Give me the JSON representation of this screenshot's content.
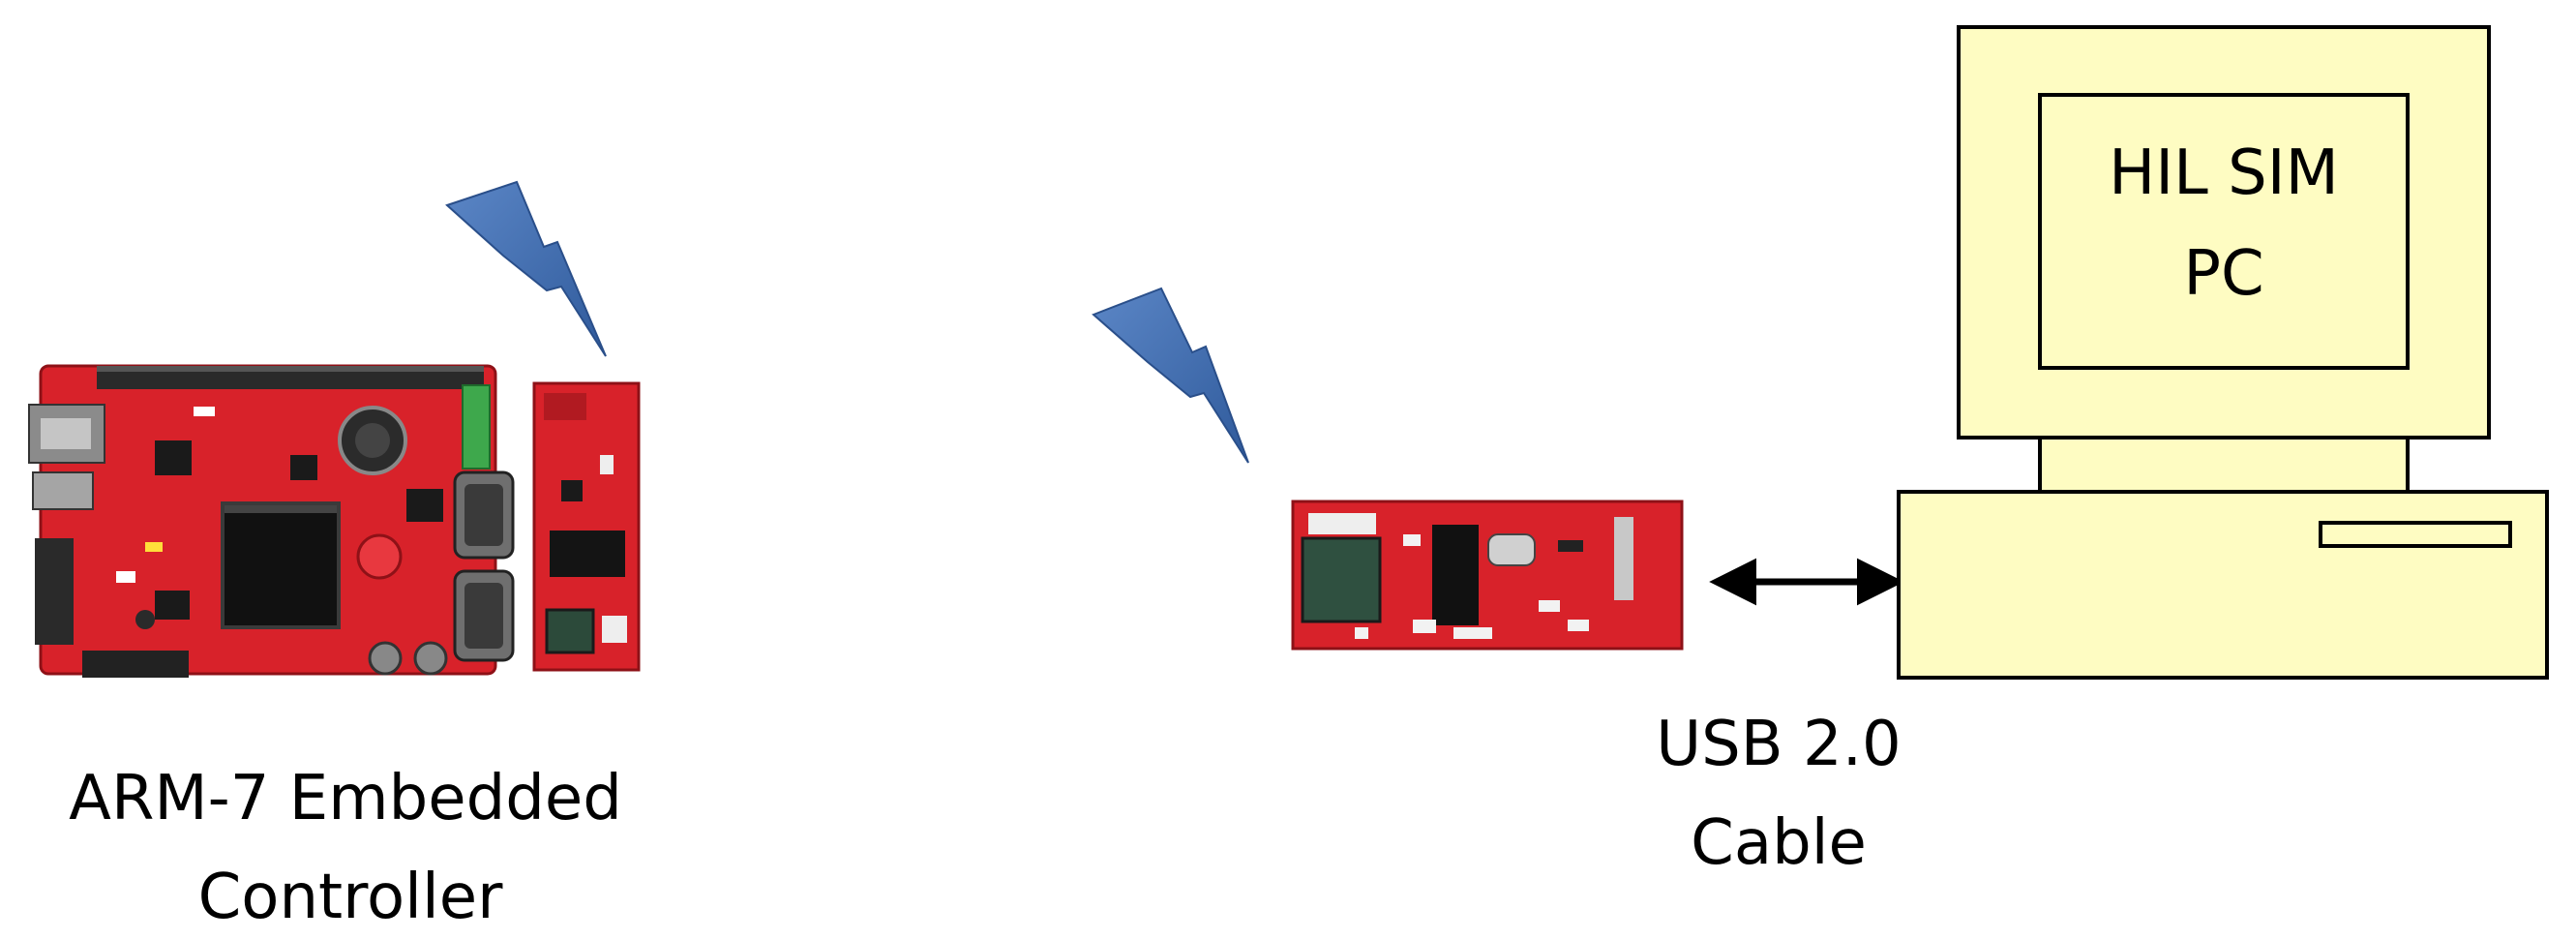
{
  "labels": {
    "controller_line1": "ARM-7 Embedded",
    "controller_line2": "Controller",
    "cable_line1": "USB 2.0",
    "cable_line2": "Cable",
    "pc_line1": "HIL SIM",
    "pc_line2": "PC"
  },
  "colors": {
    "pcb_red": "#d8222a",
    "pcb_dark_red": "#a3151b",
    "computer_fill": "#fefcc2",
    "lightning_blue": "#3b67a9",
    "arrow": "#000000"
  },
  "icons": {
    "controller_board": "embedded-board-icon",
    "radio_module": "wireless-module-icon",
    "usb_dongle": "usb-radio-dongle-icon",
    "signal": "lightning-bolt-icon",
    "computer": "desktop-computer-icon"
  }
}
